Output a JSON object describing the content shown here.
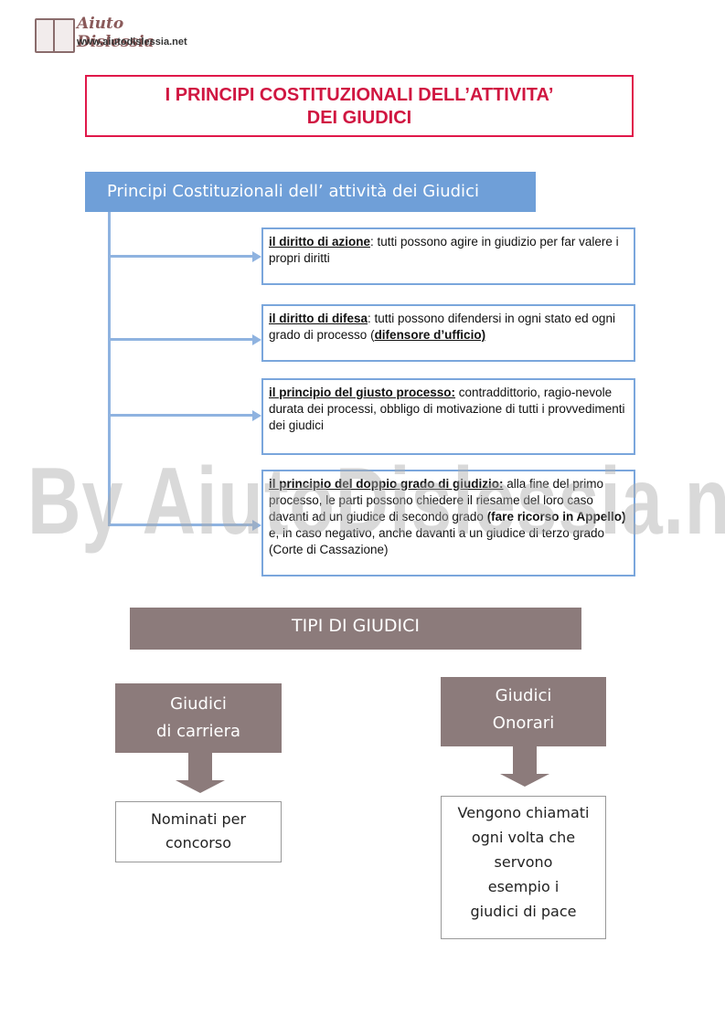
{
  "logo": {
    "brand": "Aiuto Dislessia",
    "url": "www.aiutodislessia.net"
  },
  "title": {
    "line1": "I PRINCIPI COSTITUZIONALI DELL’ATTIVITA’",
    "line2": "DEI GIUDICI"
  },
  "principles": {
    "header": "Principi Costituzionali dell’ attività dei Giudici",
    "items": [
      {
        "term": "il diritto di azione",
        "text": ": tutti possono agire in giudizio per far valere i propri diritti"
      },
      {
        "term": "il diritto di difesa",
        "text": ": tutti possono difendersi in ogni stato ed ogni grado di processo (",
        "bold_extra": "difensore d’ufficio)"
      },
      {
        "term": "il principio del giusto processo:",
        "text": " contraddittorio, ragio-nevole durata dei processi, obbligo di motivazione di tutti i provvedimenti dei giudici"
      },
      {
        "term": "il principio del doppio grado di giudizio:",
        "text": " alla fine del primo processo, le parti possono chiedere il riesame del loro caso davanti ad un giudice di secondo grado ",
        "bold_extra": "(fare ricorso in Appello)",
        "text2": " e, in caso negativo, anche davanti a un giudice di terzo grado (Corte di Cassazione)"
      }
    ]
  },
  "watermark": "By AiutoDislessia.net",
  "types": {
    "header": "TIPI DI GIUDICI",
    "career": {
      "line1": "Giudici",
      "line2": "di carriera",
      "desc_line1": "Nominati per",
      "desc_line2": "concorso"
    },
    "honorary": {
      "line1": "Giudici",
      "line2": "Onorari",
      "desc_lines": [
        "Vengono chiamati",
        "ogni volta che",
        "servono",
        "esempio i",
        "giudici di pace"
      ]
    }
  },
  "colors": {
    "title_red": "#d01641",
    "blue_header": "#6f9fd8",
    "blue_border": "#7aa6dc",
    "brown": "#8c7b7b"
  }
}
